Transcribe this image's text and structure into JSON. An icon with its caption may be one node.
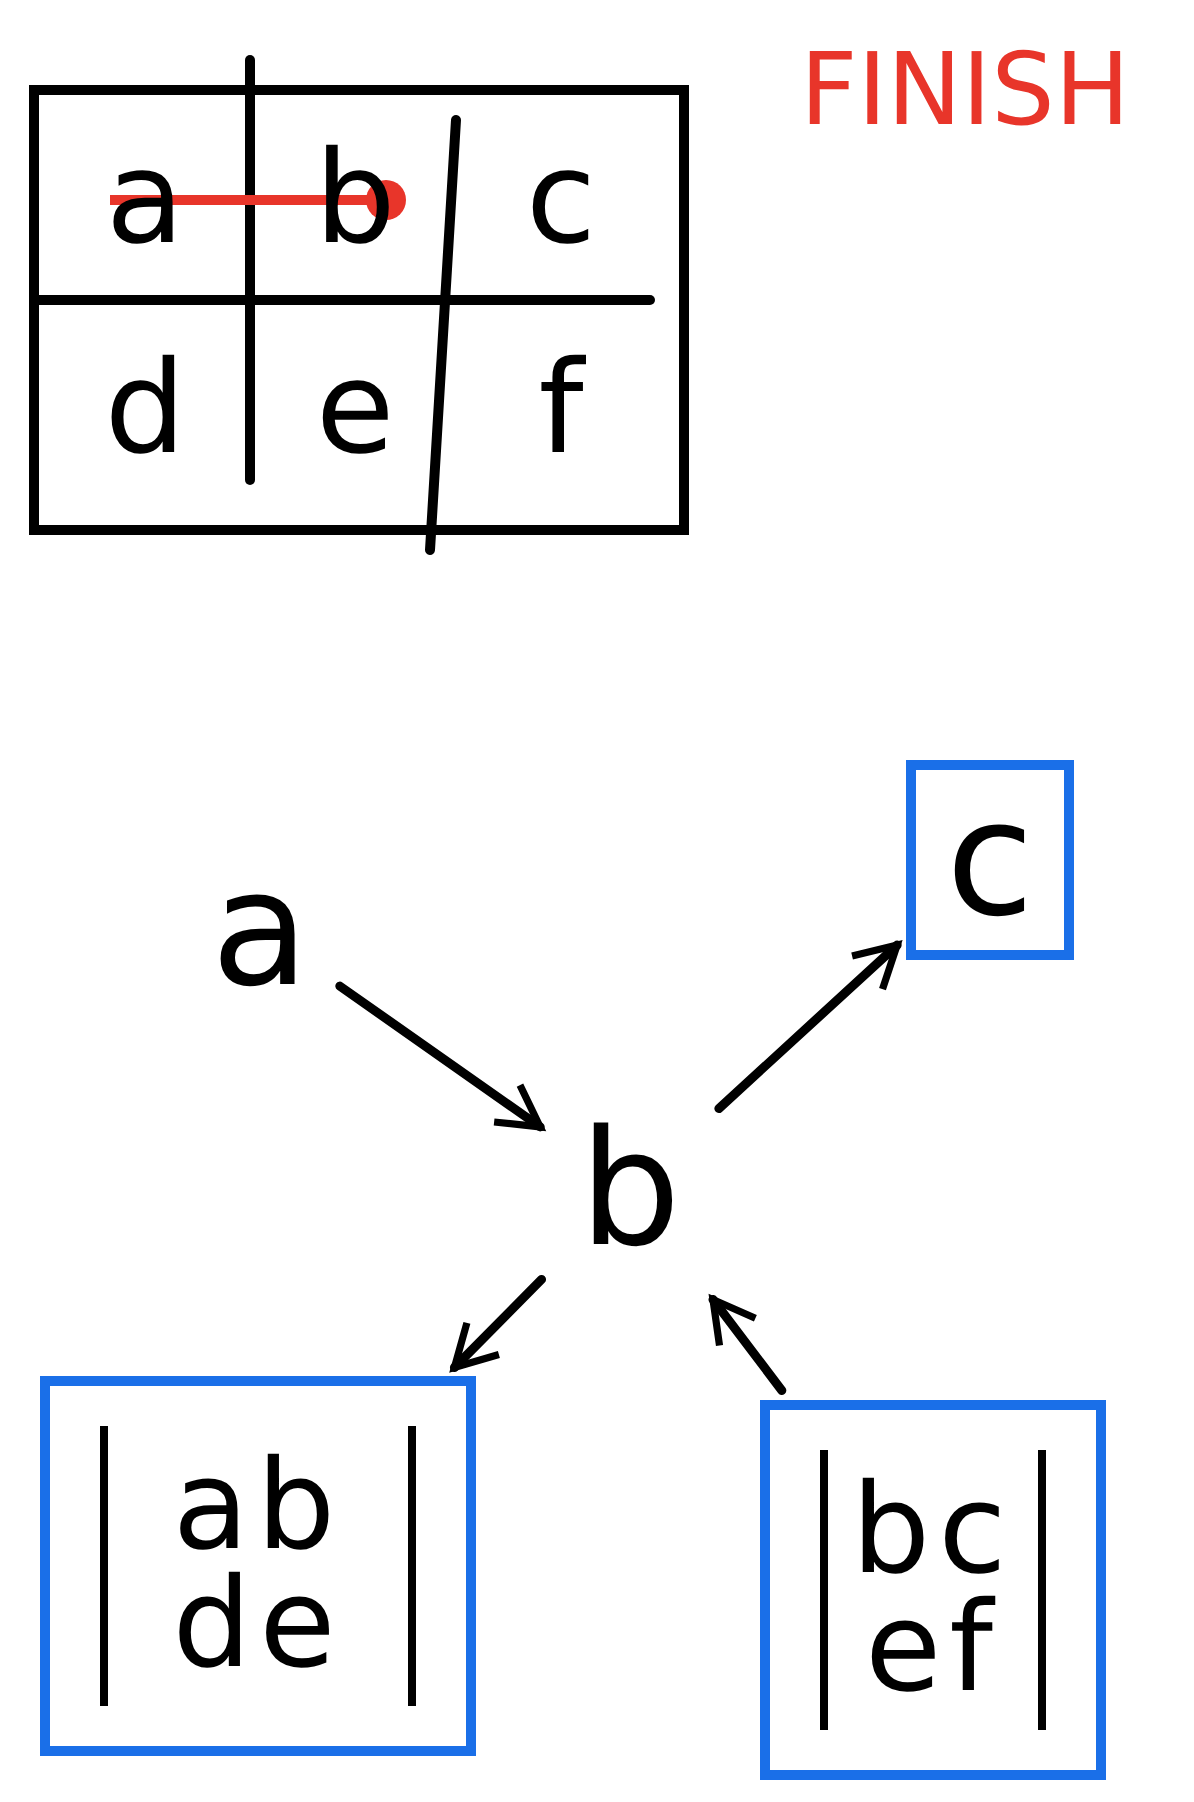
{
  "diagram": {
    "nodes": [
      {
        "text": [
          "a"
        ]
      },
      {
        "text": [
          "b"
        ]
      },
      {
        "text": [
          "c"
        ]
      },
      {
        "text": [
          "ab",
          "de"
        ]
      },
      {
        "text": [
          "bc",
          "ef"
        ]
      }
    ],
    "edges": [
      {
        "from": 0,
        "to": 1,
        "arrow": "to"
      },
      {
        "from": 1,
        "to": 2,
        "arrow": "to"
      },
      {
        "from": 1,
        "to": 3,
        "arrow": "to"
      },
      {
        "from": 4,
        "to": 1,
        "arrow": "to"
      }
    ],
    "labels": [
      "a",
      "b",
      "c",
      "d",
      "e",
      "f",
      "FINISH"
    ]
  }
}
